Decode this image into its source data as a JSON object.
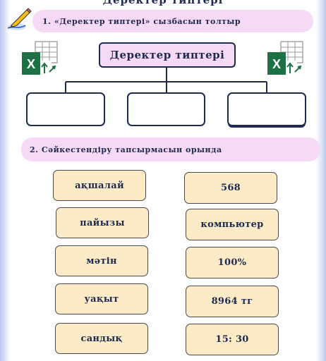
{
  "page_title": "Деректер типтері",
  "task1": {
    "label": "1. «Деректер типтері» сызбасын толтыр"
  },
  "diagram": {
    "root_label": "Деректер типтері"
  },
  "task2": {
    "label": "2. Сәйкестендіру тапсырмасын орында"
  },
  "matching": {
    "left": [
      "ақшалай",
      "пайызы",
      "мәтін",
      "уақыт",
      "сандық"
    ],
    "right": [
      "568",
      "компьютер",
      "100%",
      "8964 тг",
      "15: 30"
    ]
  },
  "colors": {
    "pill": "#f6d9f4",
    "card": "#fdeac6",
    "excel_green": "#1e7145",
    "text_dark": "#1f2a50"
  },
  "icons": [
    "pencil-icon",
    "excel-icon"
  ]
}
